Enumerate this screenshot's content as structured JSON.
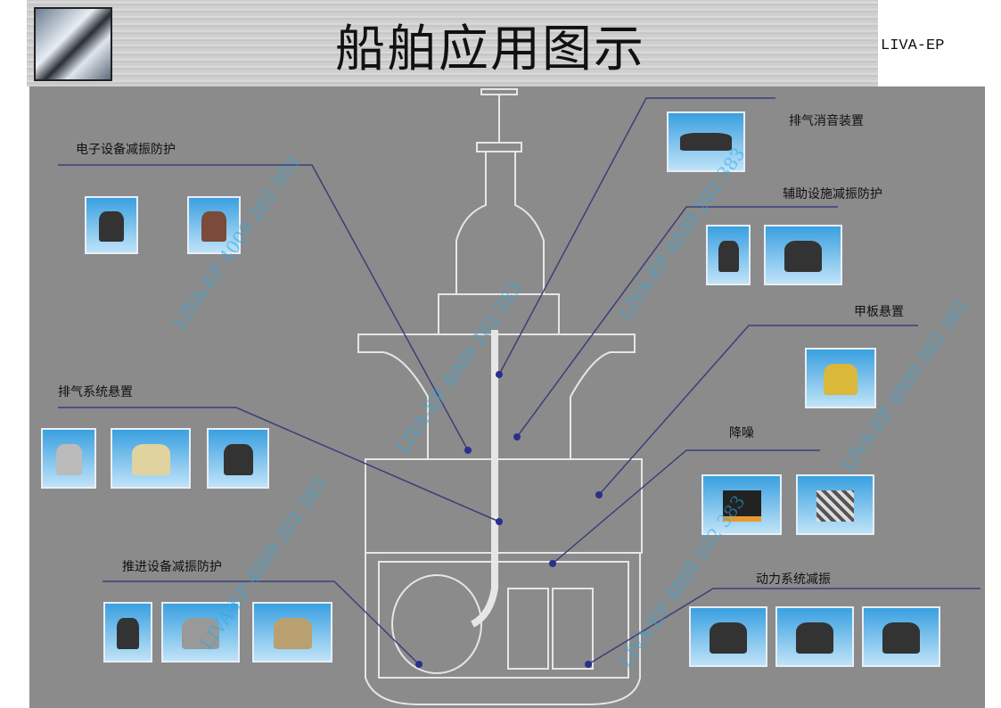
{
  "header": {
    "title": "船舶应用图示",
    "brand": "LIVA-EP"
  },
  "labels": {
    "electronics": "电子设备减振防护",
    "exhaust_silencer": "排气消音装置",
    "auxiliary": "辅助设施减振防护",
    "deck": "甲板悬置",
    "exhaust_system": "排气系统悬置",
    "noise": "降噪",
    "propulsion": "推进设备减振防护",
    "power": "动力系统减振"
  },
  "watermark": "LIVA-EP 4009 202 383",
  "colors": {
    "panel": "#8b8b8b",
    "leader": "#3a3f7a"
  }
}
